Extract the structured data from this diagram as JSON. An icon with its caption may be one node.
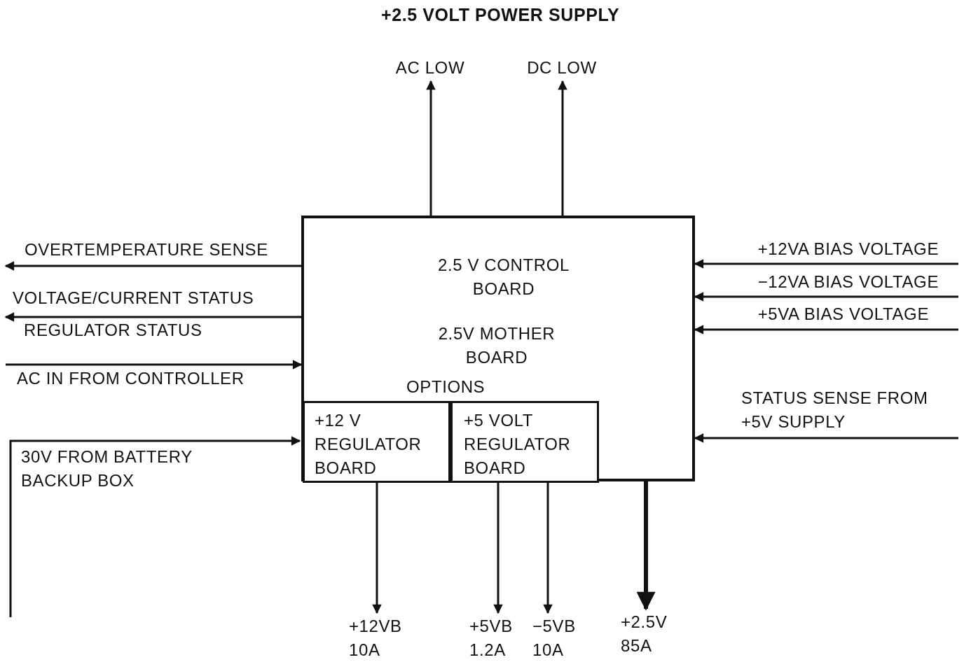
{
  "diagram": {
    "title": "+2.5 VOLT POWER SUPPLY",
    "nodes": [
      {
        "text": [
          "2.5 V CONTROL BOARD",
          "2.5V MOTHER BOARD",
          "OPTIONS"
        ]
      },
      {
        "text": [
          "+12 V REGULATOR BOARD"
        ],
        "in": 0
      },
      {
        "text": [
          "+5 VOLT REGULATOR BOARD"
        ],
        "in": 0
      },
      {
        "text": [
          "AC LOW"
        ]
      },
      {
        "text": [
          "DC LOW"
        ]
      },
      {
        "text": [
          "+12VB 10A"
        ]
      },
      {
        "text": [
          "+5VB 1.2A"
        ]
      },
      {
        "text": [
          "−5VB 10A"
        ]
      },
      {
        "text": [
          "+2.5V 85A"
        ]
      }
    ],
    "edges": [
      {
        "from": 0,
        "to": 3,
        "arrow": "to"
      },
      {
        "from": 0,
        "to": 4,
        "arrow": "to"
      },
      {
        "from": 1,
        "to": 5,
        "arrow": "to"
      },
      {
        "from": 2,
        "to": 6,
        "arrow": "to"
      },
      {
        "from": 2,
        "to": 7,
        "arrow": "to"
      },
      {
        "from": 0,
        "to": 8,
        "arrow": "to",
        "style": "thick"
      },
      {
        "from": 0,
        "to": null,
        "arrow": "to",
        "label": "OVERTEMPERATURE SENSE"
      },
      {
        "from": 0,
        "to": null,
        "arrow": "to",
        "label": "VOLTAGE/CURRENT STATUS"
      },
      {
        "from": null,
        "to": 0,
        "arrow": "to",
        "label": "AC IN FROM CONTROLLER"
      },
      {
        "from": null,
        "to": 1,
        "arrow": "to",
        "label": "30V FROM BATTERY BACKUP BOX"
      },
      {
        "from": null,
        "to": 0,
        "arrow": "to",
        "label": "+12VA BIAS VOLTAGE"
      },
      {
        "from": null,
        "to": 0,
        "arrow": "to",
        "label": "−12VA BIAS VOLTAGE"
      },
      {
        "from": null,
        "to": 0,
        "arrow": "to",
        "label": "+5VA BIAS VOLTAGE"
      },
      {
        "from": null,
        "to": 0,
        "arrow": "to",
        "label": "STATUS SENSE FROM +5V SUPPLY"
      }
    ],
    "labels": [
      "REGULATOR STATUS"
    ]
  }
}
